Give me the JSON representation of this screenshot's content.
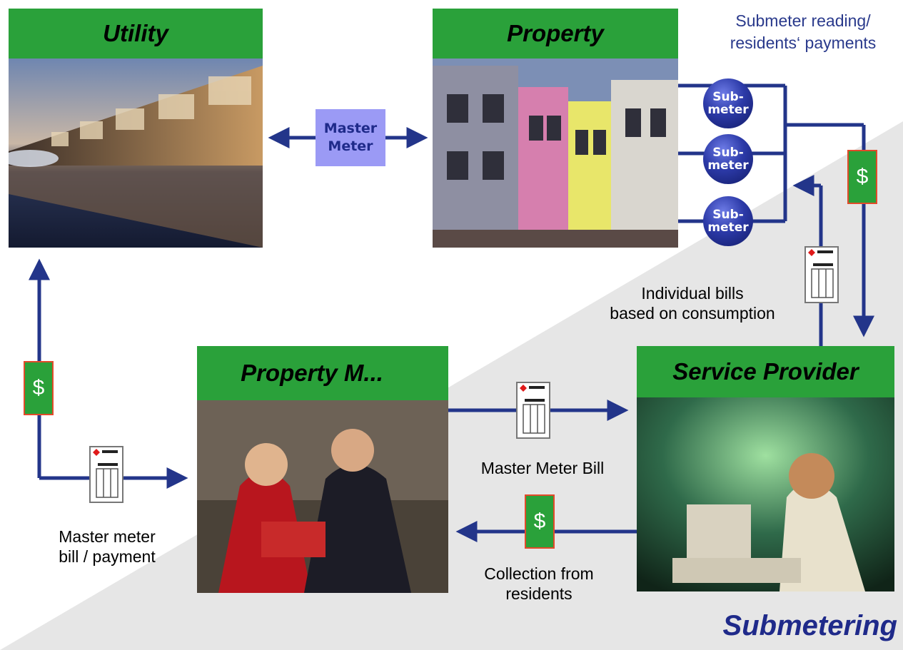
{
  "nodes": {
    "utility": "Utility",
    "property": "Property",
    "property_manager": "Property M...",
    "service_provider": "Service Provider"
  },
  "master_meter": {
    "line1": "Master",
    "line2": "Meter"
  },
  "submeter": {
    "line1": "Sub-",
    "line2": "meter"
  },
  "dollar_symbol": "$",
  "labels": {
    "submeter_reading_line1": "Submeter reading/",
    "submeter_reading_line2": "residents‘ payments",
    "individual_bills_line1": "Individual bills",
    "individual_bills_line2": "based on consumption",
    "master_meter_bill": "Master Meter Bill",
    "collection_line1": "Collection from",
    "collection_line2": "residents",
    "master_meter_payment_line1": "Master meter",
    "master_meter_payment_line2": "bill / payment"
  },
  "footer_title": "Submetering",
  "colors": {
    "header_green": "#2aa13a",
    "arrow_blue": "#23358a",
    "master_meter_fill": "#9b9af5",
    "background_grey": "#e6e6e6"
  }
}
